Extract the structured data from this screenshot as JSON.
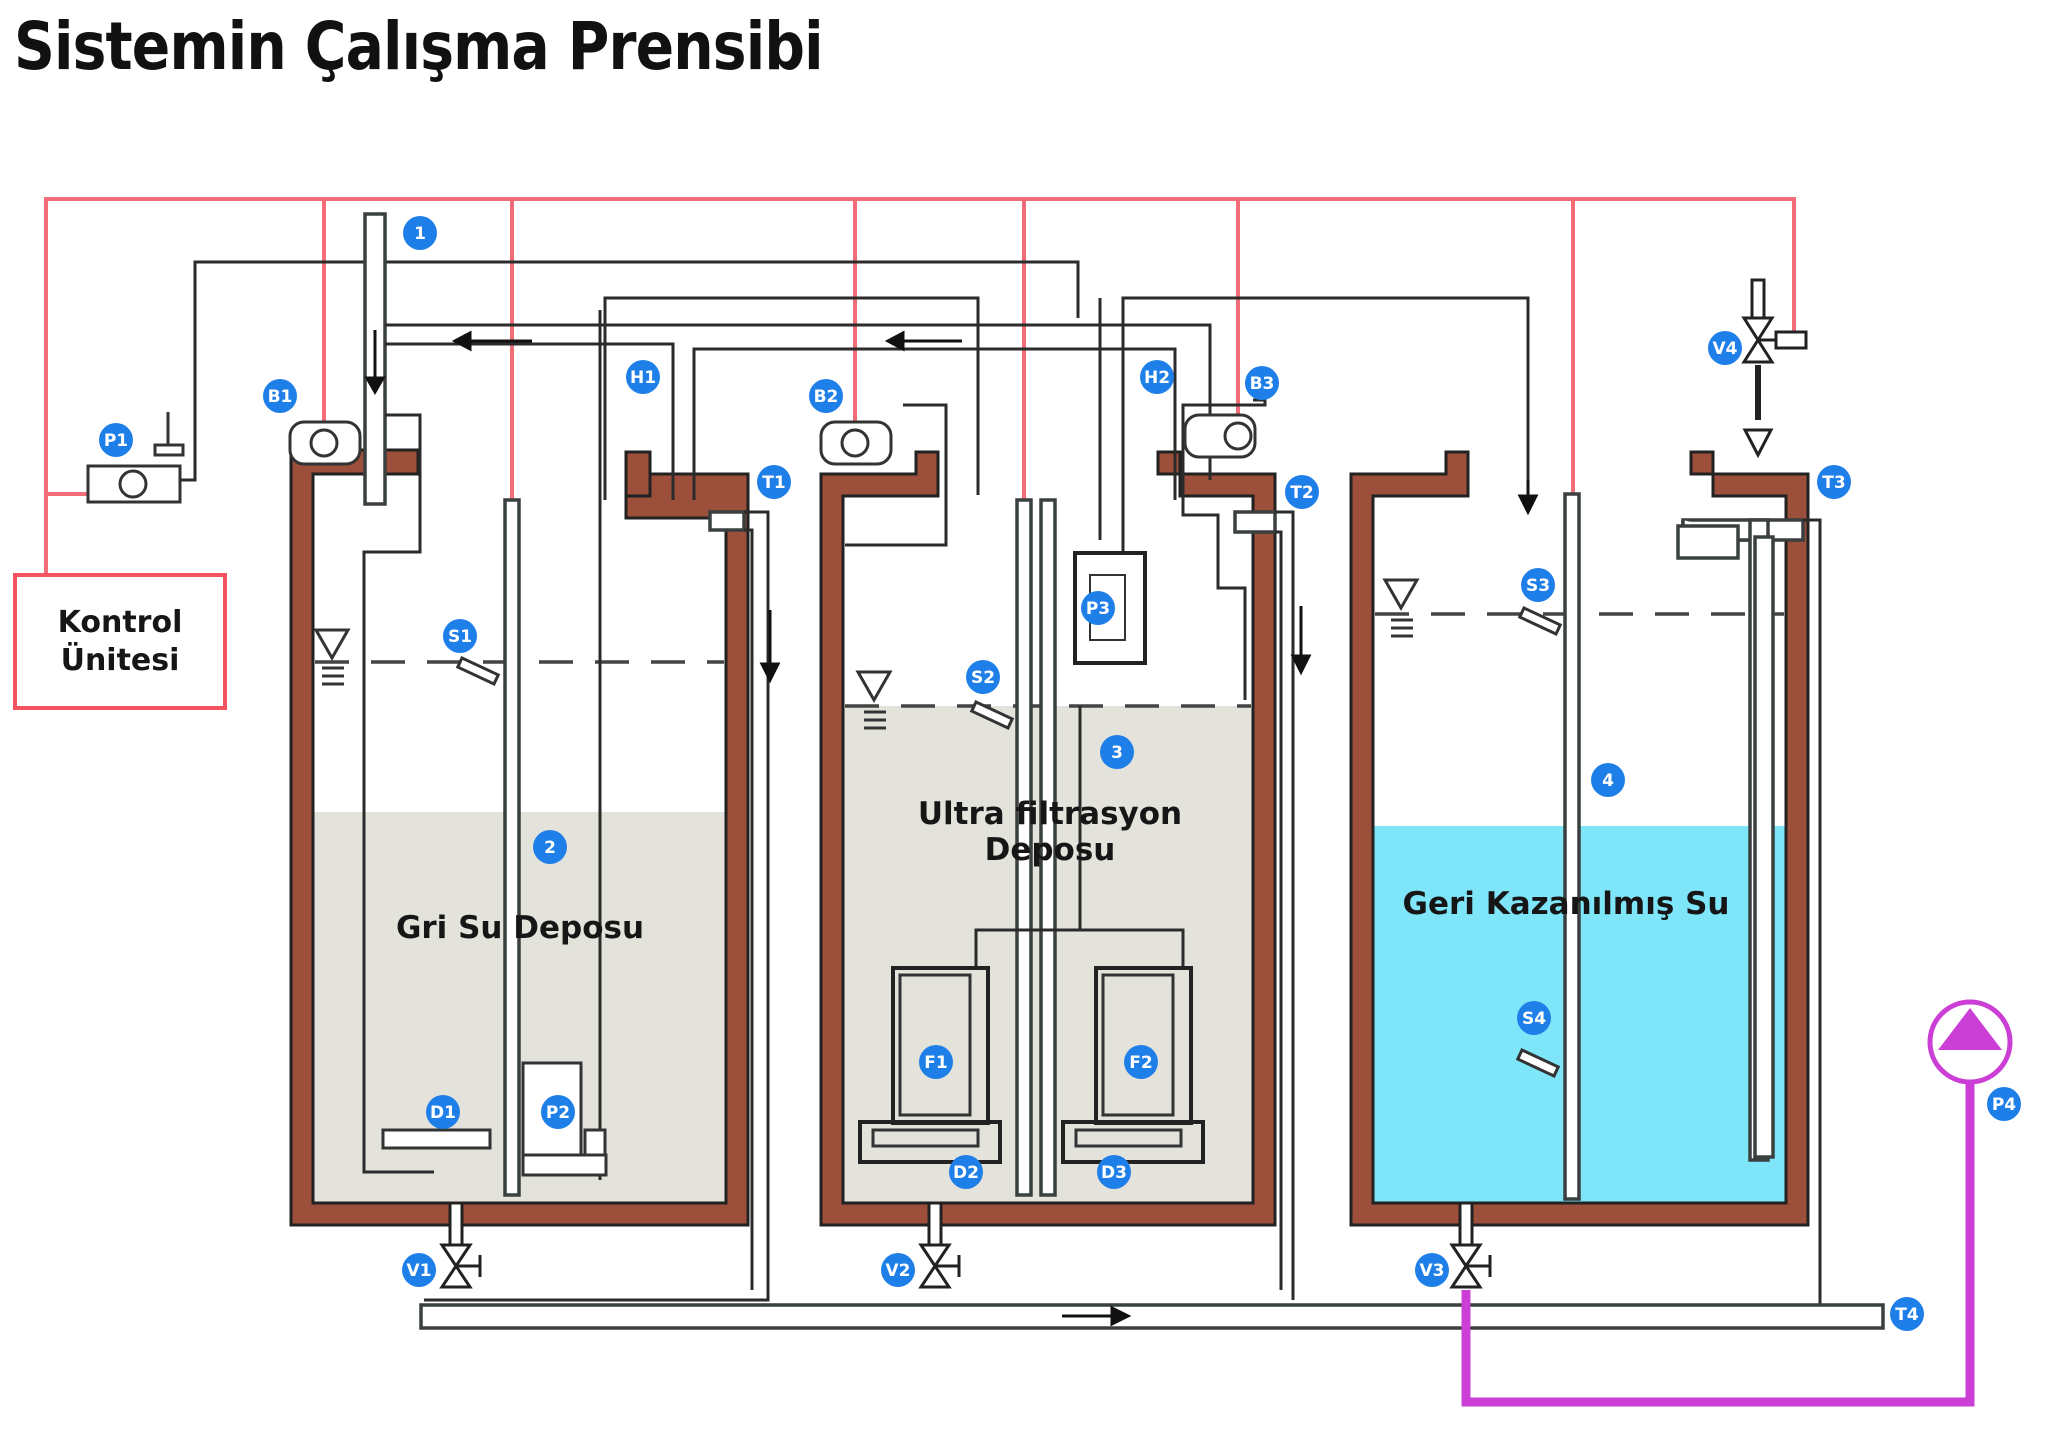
{
  "title": "Sistemin Çalışma Prensibi",
  "control_unit": {
    "line1": "Kontrol",
    "line2": "Ünitesi"
  },
  "tanks": [
    {
      "id": "2",
      "name_line1": "Gri Su Deposu",
      "name_line2": "",
      "fill_color": "#e3e3dc"
    },
    {
      "id": "3",
      "name_line1": "Ultra filtrasyon",
      "name_line2": "Deposu",
      "fill_color": "#e3e3dc"
    },
    {
      "id": "4",
      "name_line1": "Geri Kazanılmış Su",
      "name_line2": "",
      "fill_color": "#7fe6fa"
    }
  ],
  "labels": {
    "inlet": "1",
    "P1": "P1",
    "B1": "B1",
    "H1": "H1",
    "B2": "B2",
    "H2": "H2",
    "B3": "B3",
    "T1": "T1",
    "T2": "T2",
    "T3": "T3",
    "T4": "T4",
    "S1": "S1",
    "S2": "S2",
    "S3": "S3",
    "S4": "S4",
    "D1": "D1",
    "D2": "D2",
    "D3": "D3",
    "P2": "P2",
    "P3": "P3",
    "P4": "P4",
    "F1": "F1",
    "F2": "F2",
    "V1": "V1",
    "V2": "V2",
    "V3": "V3",
    "V4": "V4"
  },
  "colors": {
    "control_wiring": "#f26d78",
    "tank_wall": "#9c4f3b",
    "badge": "#1f7fe8",
    "recycled_water": "#7fe6fa",
    "grey_water": "#e3e3dc",
    "supply_line": "#cc3fd6"
  }
}
